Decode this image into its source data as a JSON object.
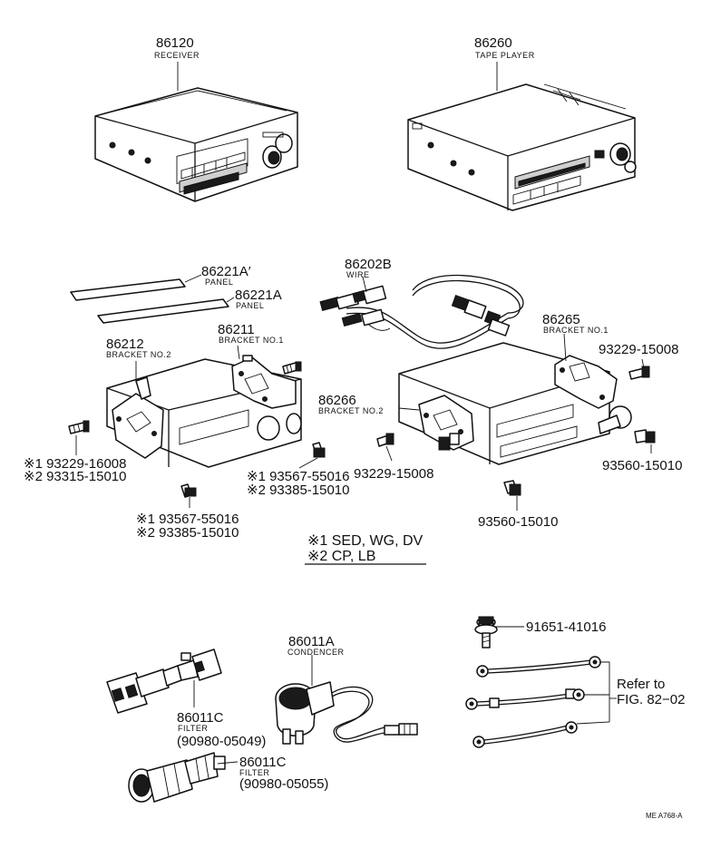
{
  "labels": {
    "receiver": {
      "number": "86120",
      "name": "RECEIVER"
    },
    "tape_player": {
      "number": "86260",
      "name": "TAPE PLAYER"
    },
    "wire": {
      "number": "86202B",
      "name": "WIRE"
    },
    "panel_a_prime": {
      "number": "86221A′",
      "name": "PANEL"
    },
    "panel_a": {
      "number": "86221A",
      "name": "PANEL"
    },
    "bracket_no2_left": {
      "number": "86212",
      "name": "BRACKET NO.2"
    },
    "bracket_no1_left": {
      "number": "86211",
      "name": "BRACKET NO.1"
    },
    "bracket_no1_right": {
      "number": "86265",
      "name": "BRACKET NO.1"
    },
    "bracket_no2_right": {
      "number": "86266",
      "name": "BRACKET NO.2"
    },
    "condencer": {
      "number": "86011A",
      "name": "CONDENCER"
    },
    "filter_1": {
      "number": "86011C",
      "name": "FILTER",
      "code": "(90980-05049)"
    },
    "filter_2": {
      "number": "86011C",
      "name": "FILTER",
      "code": "(90980-05055)"
    },
    "screw_right_top": "93229-15008",
    "screw_right_front": "93229-15008",
    "screw_right_side": "93560-15010",
    "screw_right_bottom": "93560-15010",
    "bolt": "91651-41016",
    "screw_left_1": "※1 93229-16008",
    "screw_left_2": "※2 93315-15010",
    "screw_mid_1": "※1 93567-55016",
    "screw_mid_2": "※2 93385-15010",
    "screw_low_1": "※1 93567-55016",
    "screw_low_2": "※2 93385-15010"
  },
  "legend": {
    "line1": "※1 SED, WG, DV",
    "line2": "※2 CP, LB"
  },
  "refer": {
    "line1": "Refer to",
    "line2": "FIG. 82−02"
  },
  "figure_code": "ME A768-A"
}
